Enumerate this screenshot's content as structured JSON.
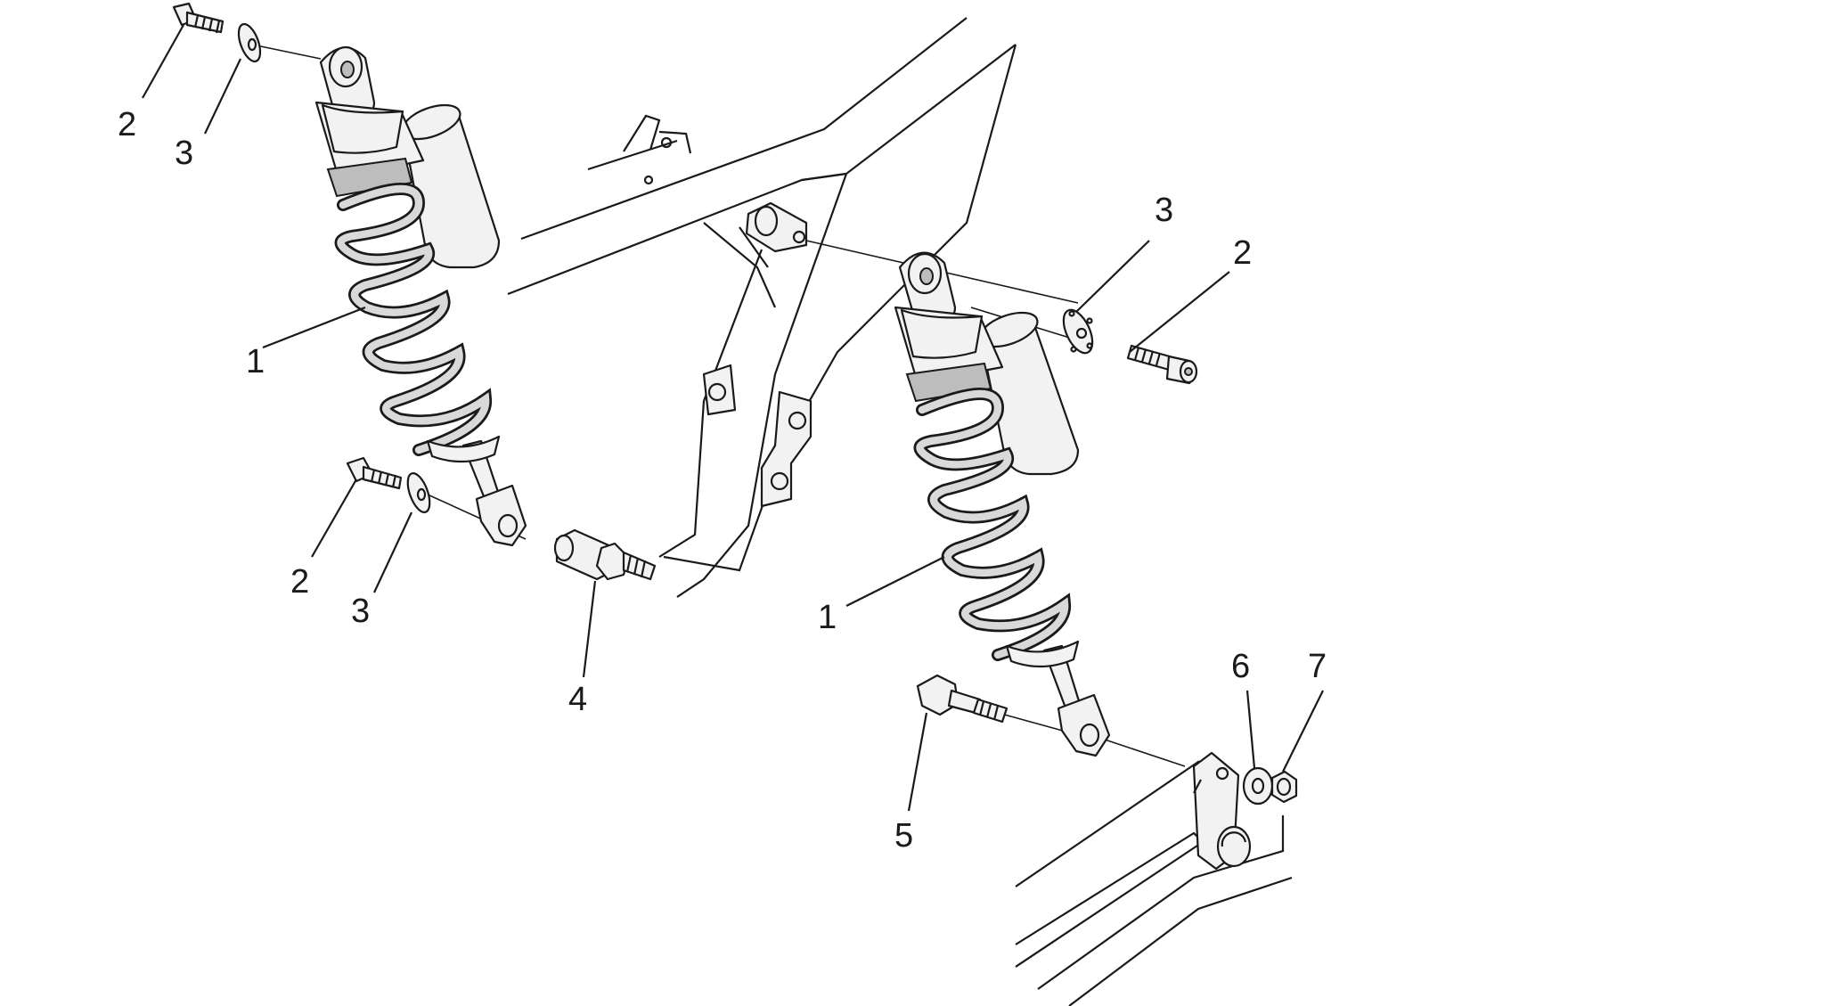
{
  "callouts": {
    "left_shock_top_bolt": "2",
    "left_shock_top_washer": "3",
    "left_shock": "1",
    "left_shock_bottom_bolt": "2",
    "left_shock_bottom_washer": "3",
    "left_stud": "4",
    "right_shock_top_washer": "3",
    "right_shock_top_bolt": "2",
    "right_shock": "1",
    "right_bottom_bolt": "5",
    "right_washer": "6",
    "right_nut": "7"
  },
  "colors": {
    "line": "#1a1a1a",
    "spring_fill": "#d9d9d9",
    "part_fill": "#f2f2f2"
  }
}
